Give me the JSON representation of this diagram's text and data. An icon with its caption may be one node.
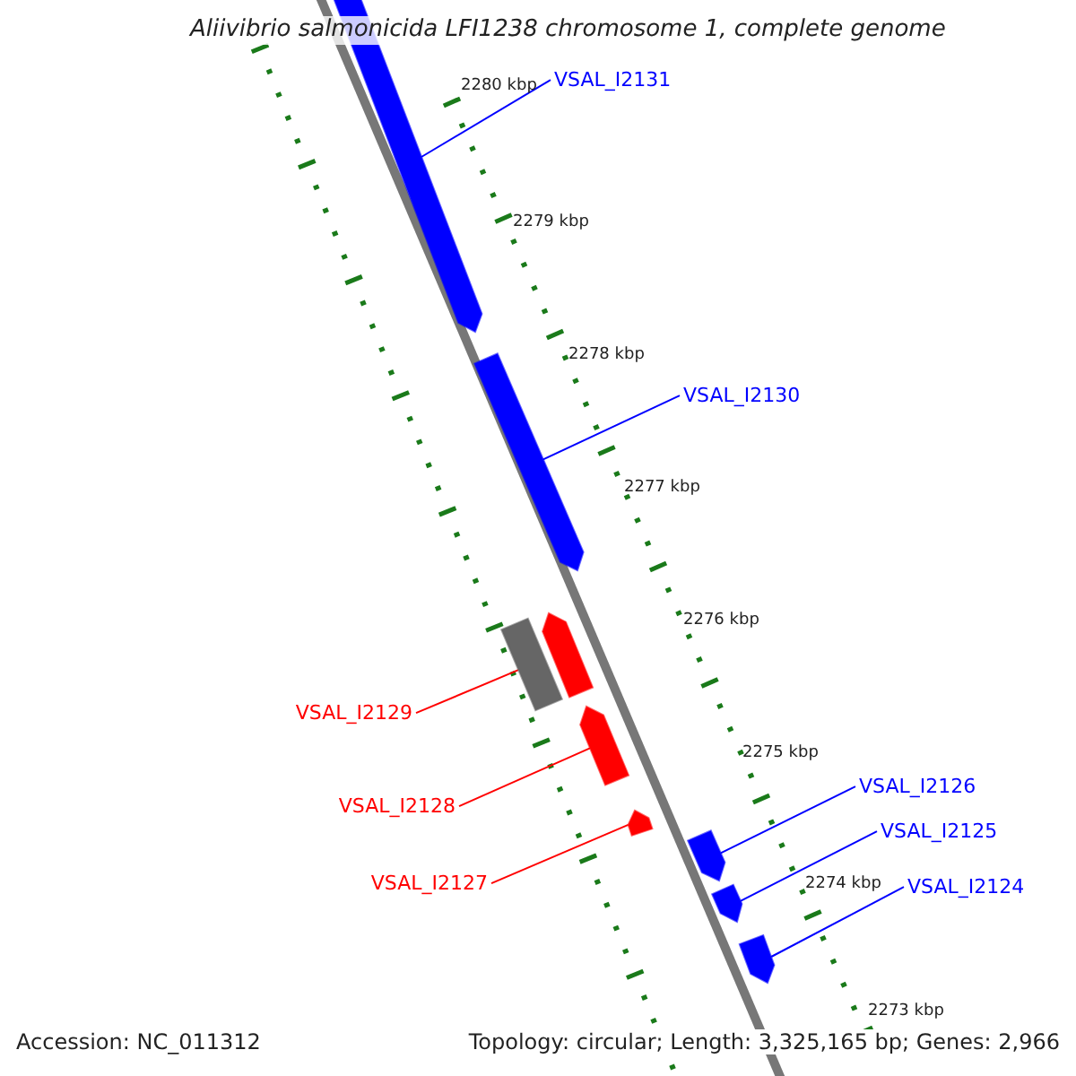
{
  "diagram": {
    "title": "Aliivibrio salmonicida LFI1238 chromosome 1, complete genome",
    "nodes": [
      {
        "text": [
          "VSAL_I2131"
        ]
      },
      {
        "text": [],
        "shape": "bar"
      },
      {
        "text": [
          "VSAL_I2130"
        ]
      },
      {
        "text": [],
        "shape": "bar"
      },
      {
        "text": [],
        "shape": "bar"
      },
      {
        "text": [],
        "shape": "bar"
      },
      {
        "text": [
          "VSAL_I2129"
        ]
      },
      {
        "text": [],
        "shape": "bar"
      },
      {
        "text": [
          "VSAL_I2128"
        ]
      },
      {
        "text": [],
        "shape": "bar"
      },
      {
        "text": [
          "VSAL_I2127"
        ]
      },
      {
        "text": [
          "VSAL_I2126"
        ]
      },
      {
        "text": [],
        "shape": "bar"
      },
      {
        "text": [
          "VSAL_I2125"
        ]
      },
      {
        "text": [],
        "shape": "bar"
      },
      {
        "text": [
          "VSAL_I2124"
        ]
      },
      {
        "text": [],
        "shape": "bar"
      }
    ],
    "edges": [
      {
        "from": 0,
        "to": 1,
        "arrow": "none"
      },
      {
        "from": 2,
        "to": 3,
        "arrow": "none"
      },
      {
        "from": 6,
        "to": 4,
        "arrow": "none",
        "color": "#ff0000"
      },
      {
        "from": 8,
        "to": 7,
        "arrow": "none",
        "color": "#ff0000"
      },
      {
        "from": 10,
        "to": 9,
        "arrow": "none",
        "color": "#ff0000"
      },
      {
        "from": 11,
        "to": 12,
        "arrow": "none"
      },
      {
        "from": 13,
        "to": 14,
        "arrow": "none"
      },
      {
        "from": 15,
        "to": 16,
        "arrow": "none"
      }
    ],
    "labels": [
      "2280 kbp",
      "2279 kbp",
      "2278 kbp",
      "2277 kbp",
      "2276 kbp",
      "2275 kbp",
      "2274 kbp",
      "2273 kbp",
      "Accession: NC_011312",
      "Topology: circular; Length: 3,325,165 bp; Genes: 2,966"
    ]
  }
}
